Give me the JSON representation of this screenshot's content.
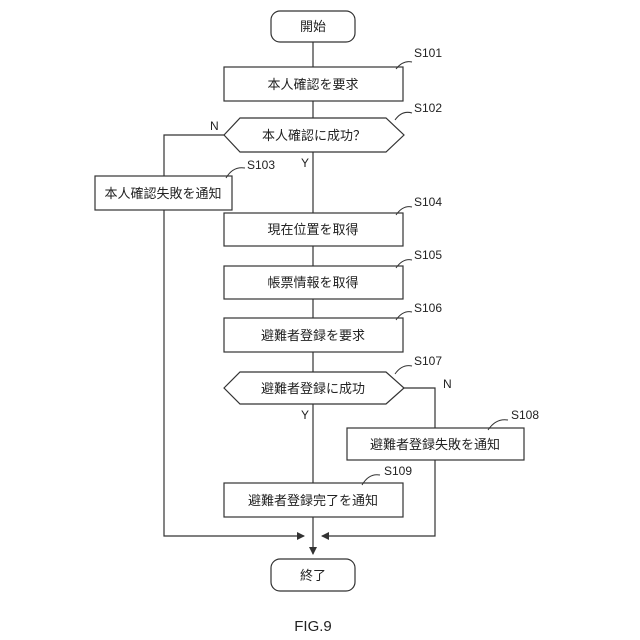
{
  "flowchart": {
    "start": "開始",
    "end": "終了",
    "figure_label": "FIG.9",
    "nodes": {
      "s101": {
        "id": "S101",
        "text": "本人確認を要求"
      },
      "s102": {
        "id": "S102",
        "text": "本人確認に成功？"
      },
      "s103": {
        "id": "S103",
        "text": "本人確認失敗を通知"
      },
      "s104": {
        "id": "S104",
        "text": "現在位置を取得"
      },
      "s105": {
        "id": "S105",
        "text": "帳票情報を取得"
      },
      "s106": {
        "id": "S106",
        "text": "避難者登録を要求"
      },
      "s107": {
        "id": "S107",
        "text": "避難者登録に成功"
      },
      "s108": {
        "id": "S108",
        "text": "避難者登録失敗を通知"
      },
      "s109": {
        "id": "S109",
        "text": "避難者登録完了を通知"
      }
    },
    "branch_labels": {
      "s102_no": "N",
      "s102_yes": "Y",
      "s107_no": "N",
      "s107_yes": "Y"
    }
  }
}
